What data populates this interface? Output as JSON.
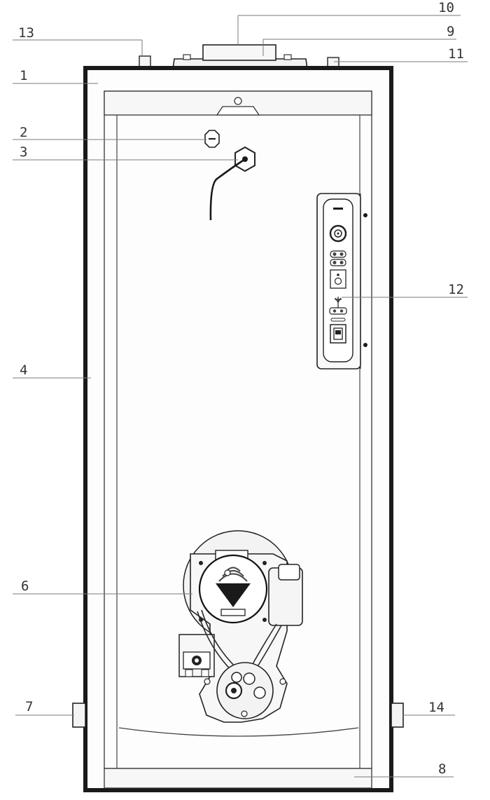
{
  "colors": {
    "line": "#1a1a1a",
    "shade": "#e6e6e6",
    "label": "#333333",
    "leader": "#7a7a7a"
  },
  "callouts": [
    {
      "id": "1",
      "label": "1"
    },
    {
      "id": "2",
      "label": "2"
    },
    {
      "id": "3",
      "label": "3"
    },
    {
      "id": "4",
      "label": "4"
    },
    {
      "id": "6",
      "label": "6"
    },
    {
      "id": "7",
      "label": "7"
    },
    {
      "id": "8",
      "label": "8"
    },
    {
      "id": "9",
      "label": "9"
    },
    {
      "id": "10",
      "label": "10"
    },
    {
      "id": "11",
      "label": "11"
    },
    {
      "id": "12",
      "label": "12"
    },
    {
      "id": "13",
      "label": "13"
    },
    {
      "id": "14",
      "label": "14"
    }
  ]
}
